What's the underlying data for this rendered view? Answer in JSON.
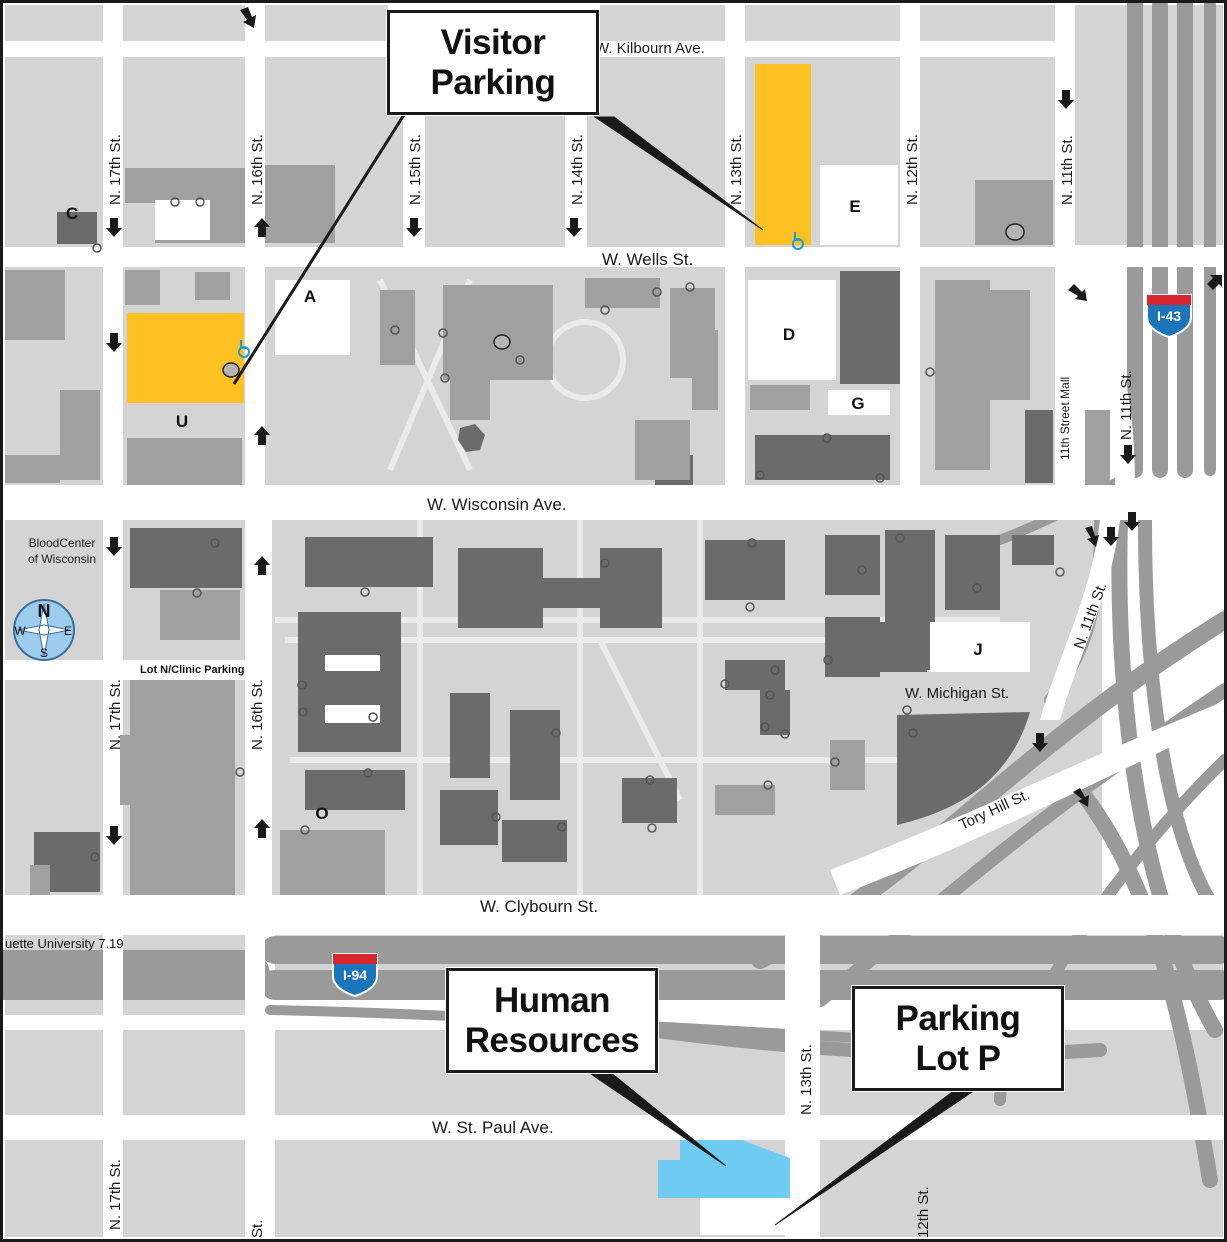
{
  "streets": {
    "kilbourn": "W. Kilbourn Ave.",
    "wells": "W. Wells St.",
    "wisconsin": "W. Wisconsin Ave.",
    "michigan": "W. Michigan St.",
    "tory_hill": "Tory Hill St.",
    "clybourn": "W. Clybourn St.",
    "st_paul": "W. St. Paul Ave.",
    "n17": "N. 17th St.",
    "n16": "N. 16th St.",
    "n15": "N. 15th St.",
    "n14": "N. 14th St.",
    "n13": "N. 13th St.",
    "n12": "N. 12th St.",
    "n11": "N. 11th St.",
    "mall_11": "11th Street Mall",
    "n16_partial": "St.",
    "n12_partial": "12th St."
  },
  "highways": {
    "i43": "I-43",
    "i94": "I-94"
  },
  "lots": {
    "a": "A",
    "c": "C",
    "d": "D",
    "e": "E",
    "g": "G",
    "j": "J",
    "o": "O",
    "u": "U"
  },
  "places": {
    "blood_center_line1": "BloodCenter",
    "blood_center_line2": "of Wisconsin",
    "lot_n": "Lot N/Clinic Parking",
    "copyright": "uette University 7.19"
  },
  "compass": {
    "n": "N",
    "s": "S",
    "e": "E",
    "w": "W"
  },
  "callouts": {
    "visitor_line1": "Visitor",
    "visitor_line2": "Parking",
    "hr_line1": "Human",
    "hr_line2": "Resources",
    "lotp_line1": "Parking",
    "lotp_line2": "Lot P"
  },
  "colors": {
    "visitor_parking": "#FDC123",
    "human_resources": "#6FCBF2",
    "building_dark": "#6B6B6B",
    "building_mid": "#8C8C8C",
    "block": "#D4D4D4",
    "interstate_blue": "#1B75BB",
    "interstate_red": "#D7262E",
    "accessible_icon": "#1B9ED8"
  }
}
